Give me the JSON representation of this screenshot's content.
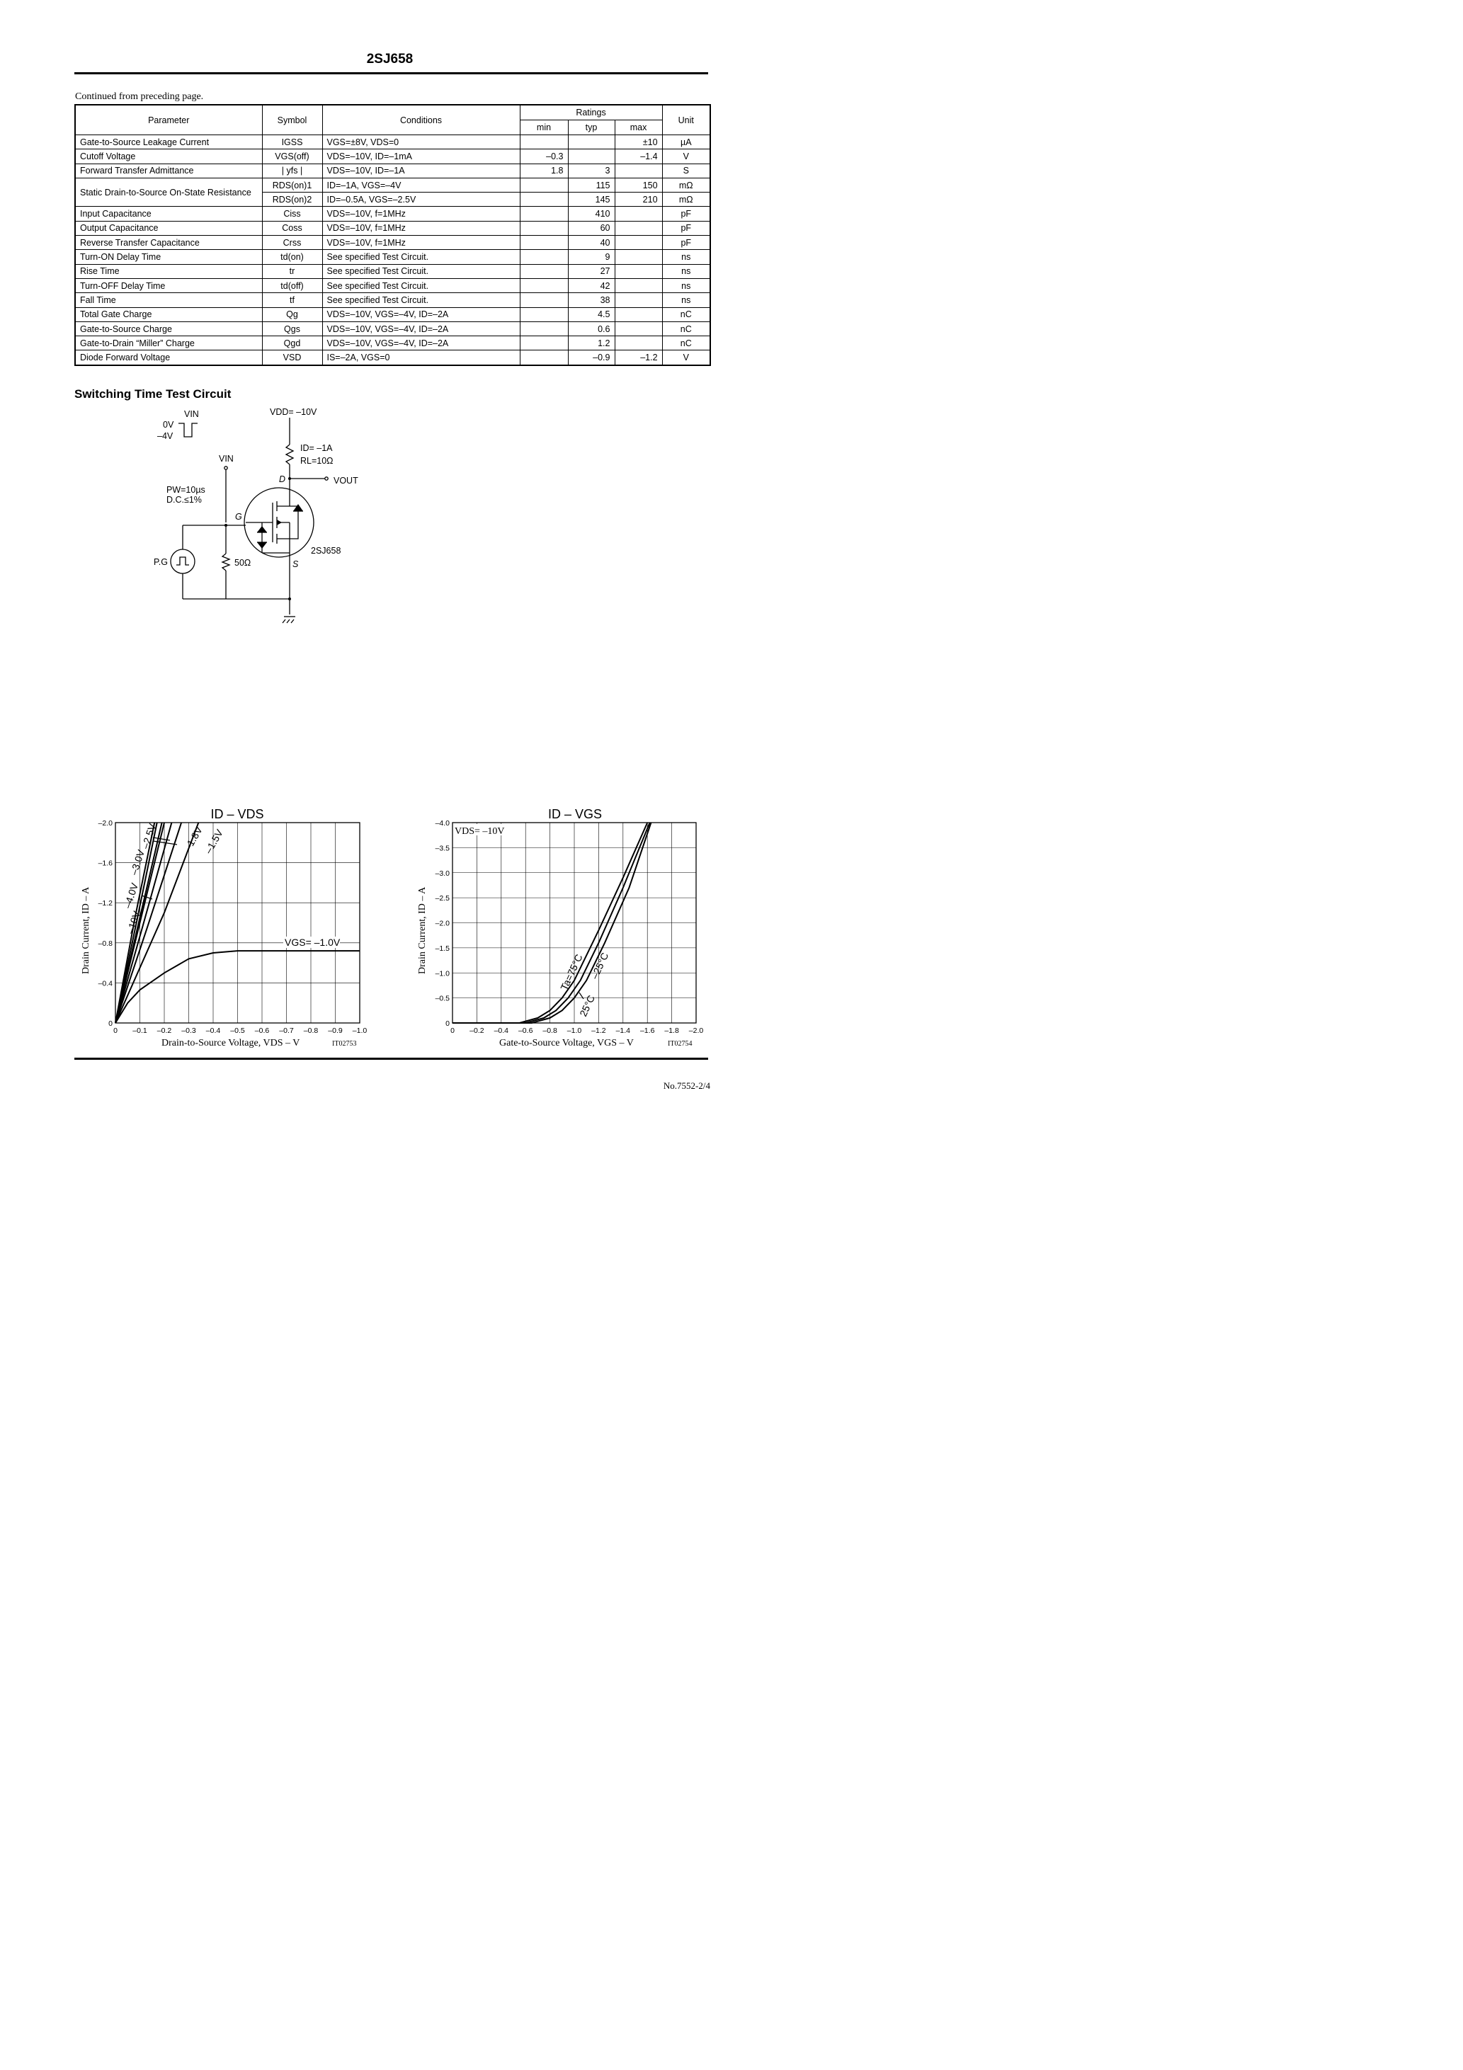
{
  "header": {
    "part_number": "2SJ658"
  },
  "continued_note": "Continued from preceding page.",
  "table": {
    "headers": {
      "parameter": "Parameter",
      "symbol": "Symbol",
      "conditions": "Conditions",
      "ratings": "Ratings",
      "min": "min",
      "typ": "typ",
      "max": "max",
      "unit": "Unit"
    },
    "rows": [
      {
        "parameter": "Gate-to-Source Leakage Current",
        "symbol": "IGSS",
        "conditions": "VGS=±8V, VDS=0",
        "min": "",
        "typ": "",
        "max": "±10",
        "unit": "µA"
      },
      {
        "parameter": "Cutoff Voltage",
        "symbol": "VGS(off)",
        "conditions": "VDS=–10V, ID=–1mA",
        "min": "–0.3",
        "typ": "",
        "max": "–1.4",
        "unit": "V"
      },
      {
        "parameter": "Forward Transfer Admittance",
        "symbol": "| yfs |",
        "conditions": "VDS=–10V, ID=–1A",
        "min": "1.8",
        "typ": "3",
        "max": "",
        "unit": "S"
      },
      {
        "parameter": "Static Drain-to-Source On-State Resistance",
        "symbol": "RDS(on)1",
        "conditions": "ID=–1A, VGS=–4V",
        "min": "",
        "typ": "115",
        "max": "150",
        "unit": "mΩ"
      },
      {
        "parameter": "",
        "symbol": "RDS(on)2",
        "conditions": "ID=–0.5A, VGS=–2.5V",
        "min": "",
        "typ": "145",
        "max": "210",
        "unit": "mΩ"
      },
      {
        "parameter": "Input Capacitance",
        "symbol": "Ciss",
        "conditions": "VDS=–10V, f=1MHz",
        "min": "",
        "typ": "410",
        "max": "",
        "unit": "pF"
      },
      {
        "parameter": "Output Capacitance",
        "symbol": "Coss",
        "conditions": "VDS=–10V, f=1MHz",
        "min": "",
        "typ": "60",
        "max": "",
        "unit": "pF"
      },
      {
        "parameter": "Reverse Transfer Capacitance",
        "symbol": "Crss",
        "conditions": "VDS=–10V, f=1MHz",
        "min": "",
        "typ": "40",
        "max": "",
        "unit": "pF"
      },
      {
        "parameter": "Turn-ON Delay Time",
        "symbol": "td(on)",
        "conditions": "See specified Test Circuit.",
        "min": "",
        "typ": "9",
        "max": "",
        "unit": "ns"
      },
      {
        "parameter": "Rise Time",
        "symbol": "tr",
        "conditions": "See specified Test Circuit.",
        "min": "",
        "typ": "27",
        "max": "",
        "unit": "ns"
      },
      {
        "parameter": "Turn-OFF Delay Time",
        "symbol": "td(off)",
        "conditions": "See specified Test Circuit.",
        "min": "",
        "typ": "42",
        "max": "",
        "unit": "ns"
      },
      {
        "parameter": "Fall Time",
        "symbol": "tf",
        "conditions": "See specified Test Circuit.",
        "min": "",
        "typ": "38",
        "max": "",
        "unit": "ns"
      },
      {
        "parameter": "Total Gate Charge",
        "symbol": "Qg",
        "conditions": "VDS=–10V, VGS=–4V, ID=–2A",
        "min": "",
        "typ": "4.5",
        "max": "",
        "unit": "nC"
      },
      {
        "parameter": "Gate-to-Source Charge",
        "symbol": "Qgs",
        "conditions": "VDS=–10V, VGS=–4V, ID=–2A",
        "min": "",
        "typ": "0.6",
        "max": "",
        "unit": "nC"
      },
      {
        "parameter": "Gate-to-Drain “Miller” Charge",
        "symbol": "Qgd",
        "conditions": "VDS=–10V, VGS=–4V, ID=–2A",
        "min": "",
        "typ": "1.2",
        "max": "",
        "unit": "nC"
      },
      {
        "parameter": "Diode Forward Voltage",
        "symbol": "VSD",
        "conditions": "IS=–2A, VGS=0",
        "min": "",
        "typ": "–0.9",
        "max": "–1.2",
        "unit": "V"
      }
    ]
  },
  "circuit": {
    "section_title": "Switching Time Test Circuit",
    "vin_pulse_label": "VIN",
    "pulse_high": "0V",
    "pulse_low": "–4V",
    "vdd_label": "VDD= –10V",
    "id_label": "ID= –1A",
    "rl_label": "RL=10Ω",
    "vin_label": "VIN",
    "vout_label": "VOUT",
    "pw_label": "PW=10µs",
    "dc_label": "D.C.≤1%",
    "drain_label": "D",
    "gate_label": "G",
    "source_label": "S",
    "part_label": "2SJ658",
    "pg_label": "P.G",
    "resistor_label": "50Ω"
  },
  "chart_data": [
    {
      "type": "line",
      "title": "ID – VDS",
      "xlabel": "Drain-to-Source Voltage, VDS – V",
      "ylabel": "Drain Current, ID – A",
      "code": "IT02753",
      "xlim": [
        0,
        -1.0
      ],
      "ylim": [
        0,
        -2.0
      ],
      "x_ticks": [
        "0",
        "–0.1",
        "–0.2",
        "–0.3",
        "–0.4",
        "–0.5",
        "–0.6",
        "–0.7",
        "–0.8",
        "–0.9",
        "–1.0"
      ],
      "y_ticks": [
        "0",
        "–0.4",
        "–0.8",
        "–1.2",
        "–1.6",
        "–2.0"
      ],
      "grid": true,
      "series": [
        {
          "name": "–10V",
          "x": [
            0,
            -0.08,
            -0.16
          ],
          "y": [
            0,
            -1.05,
            -2.0
          ]
        },
        {
          "name": "–4.0V",
          "x": [
            0,
            -0.09,
            -0.17
          ],
          "y": [
            0,
            -1.05,
            -2.0
          ]
        },
        {
          "name": "–3.0V",
          "x": [
            0,
            -0.1,
            -0.19
          ],
          "y": [
            0,
            -1.05,
            -2.0
          ]
        },
        {
          "name": "–2.5V",
          "x": [
            0,
            -0.1,
            -0.2
          ],
          "y": [
            0,
            -1.0,
            -2.0
          ]
        },
        {
          "name": "–2.5V",
          "x": [
            0,
            -0.11,
            -0.23
          ],
          "y": [
            0,
            -0.95,
            -2.0
          ]
        },
        {
          "name": "–1.8V",
          "x": [
            0,
            -0.13,
            -0.27
          ],
          "y": [
            0,
            -0.95,
            -2.0
          ]
        },
        {
          "name": "–1.5V",
          "x": [
            0,
            -0.2,
            -0.34
          ],
          "y": [
            0,
            -1.1,
            -2.0
          ]
        },
        {
          "name": "VGS= –1.0V",
          "x": [
            0,
            -0.05,
            -0.1,
            -0.2,
            -0.3,
            -0.4,
            -0.5,
            -0.6,
            -0.7,
            -1.0
          ],
          "y": [
            0,
            -0.2,
            -0.33,
            -0.5,
            -0.64,
            -0.7,
            -0.72,
            -0.72,
            -0.72,
            -0.72
          ]
        }
      ]
    },
    {
      "type": "line",
      "title": "ID – VGS",
      "xlabel": "Gate-to-Source Voltage, VGS – V",
      "ylabel": "Drain Current, ID – A",
      "code": "IT02754",
      "annotation": "VDS= –10V",
      "xlim": [
        0,
        -2.0
      ],
      "ylim": [
        0,
        -4.0
      ],
      "x_ticks": [
        "0",
        "–0.2",
        "–0.4",
        "–0.6",
        "–0.8",
        "–1.0",
        "–1.2",
        "–1.4",
        "–1.6",
        "–1.8",
        "–2.0"
      ],
      "y_ticks": [
        "0",
        "–0.5",
        "–1.0",
        "–1.5",
        "–2.0",
        "–2.5",
        "–3.0",
        "–3.5",
        "–4.0"
      ],
      "grid": true,
      "series": [
        {
          "name": "Ta=75°C",
          "x": [
            0,
            -0.55,
            -0.7,
            -0.8,
            -0.9,
            -1.0,
            -1.2,
            -1.4,
            -1.6
          ],
          "y": [
            0,
            0,
            -0.1,
            -0.25,
            -0.5,
            -0.85,
            -1.85,
            -2.9,
            -4.0
          ]
        },
        {
          "name": "25°C",
          "x": [
            0,
            -0.6,
            -0.75,
            -0.85,
            -0.95,
            -1.05,
            -1.2,
            -1.4,
            -1.62
          ],
          "y": [
            0,
            0,
            -0.1,
            -0.25,
            -0.5,
            -0.85,
            -1.6,
            -2.7,
            -4.0
          ]
        },
        {
          "name": "–25°C",
          "x": [
            0,
            -0.65,
            -0.8,
            -0.9,
            -1.0,
            -1.1,
            -1.25,
            -1.45,
            -1.63
          ],
          "y": [
            0,
            0,
            -0.1,
            -0.25,
            -0.5,
            -0.85,
            -1.6,
            -2.7,
            -4.0
          ]
        }
      ]
    }
  ],
  "footer": {
    "page_number": "No.7552-2/4"
  }
}
